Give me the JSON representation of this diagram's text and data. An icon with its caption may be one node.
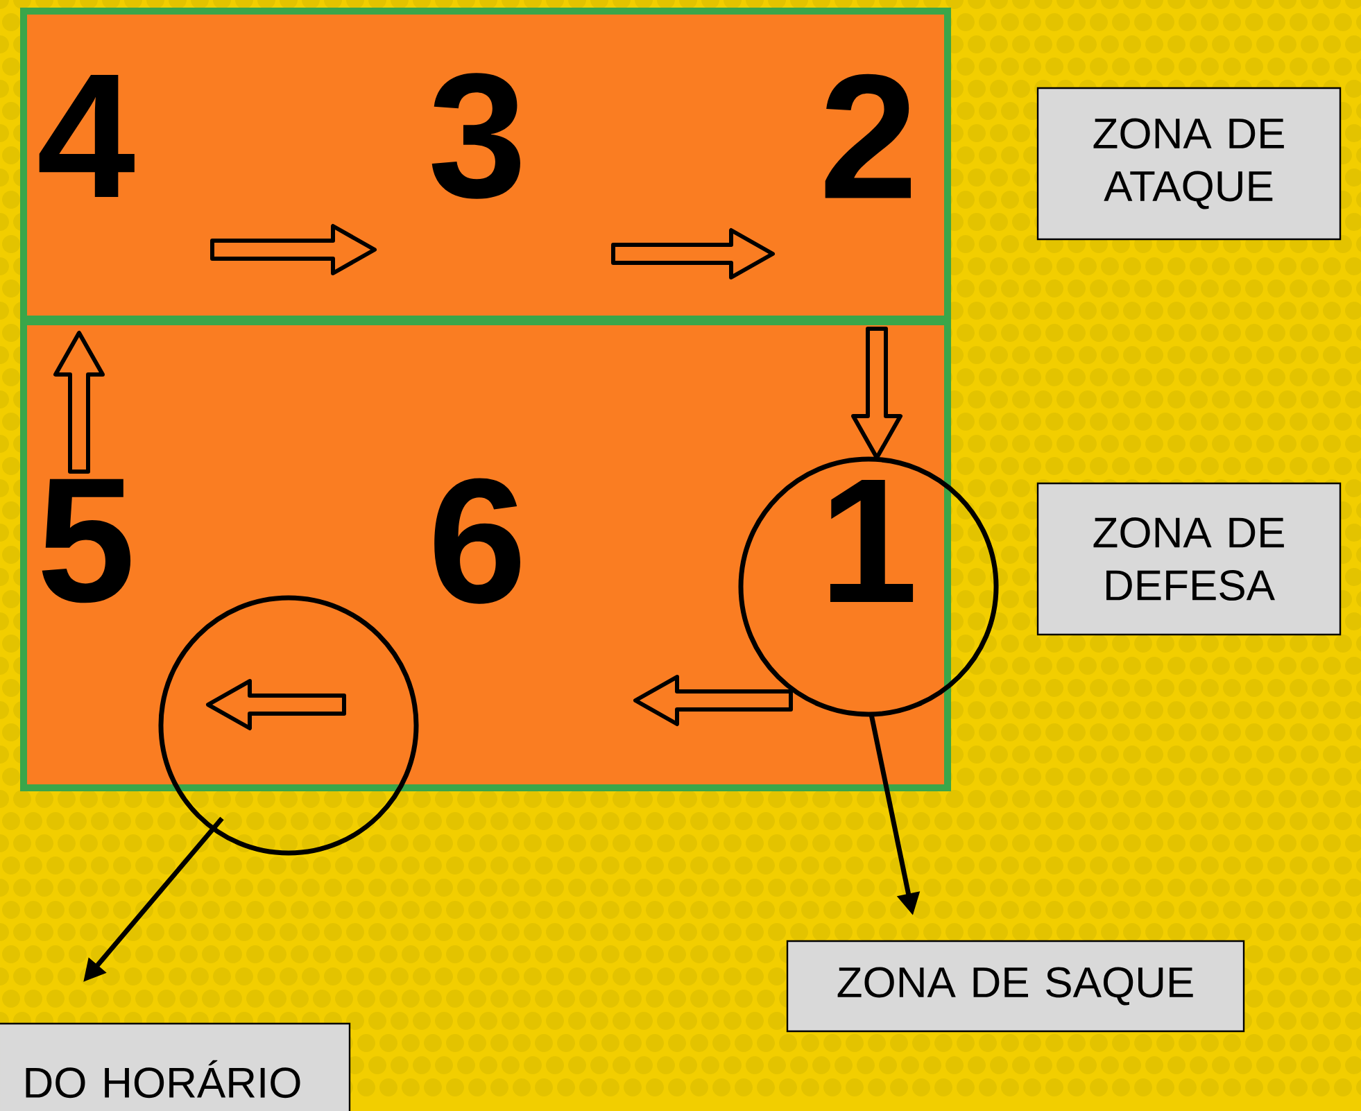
{
  "diagram": {
    "nodes": [
      {
        "text": [],
        "shape": "box"
      },
      {
        "text": [
          "4"
        ],
        "in": 0
      },
      {
        "text": [
          "3"
        ],
        "in": 0
      },
      {
        "text": [
          "2"
        ],
        "in": 0
      },
      {
        "text": [],
        "shape": "box"
      },
      {
        "text": [
          "5"
        ],
        "in": 4
      },
      {
        "text": [
          "6"
        ],
        "in": 4
      },
      {
        "text": [
          "1"
        ],
        "in": 8
      },
      {
        "text": [],
        "shape": "circle"
      },
      {
        "text": [],
        "shape": "circle"
      },
      {
        "text": [
          "ZONA DE ATAQUE"
        ]
      },
      {
        "text": [
          "ZONA DE DEFESA"
        ]
      },
      {
        "text": [
          "ZONA DE SAQUE"
        ]
      },
      {
        "text": [
          "DO HORÁRIO"
        ]
      }
    ],
    "edges": [
      {
        "from": 8,
        "to": 12,
        "arrow": "to"
      },
      {
        "from": 9,
        "to": 13,
        "arrow": "to"
      }
    ]
  }
}
